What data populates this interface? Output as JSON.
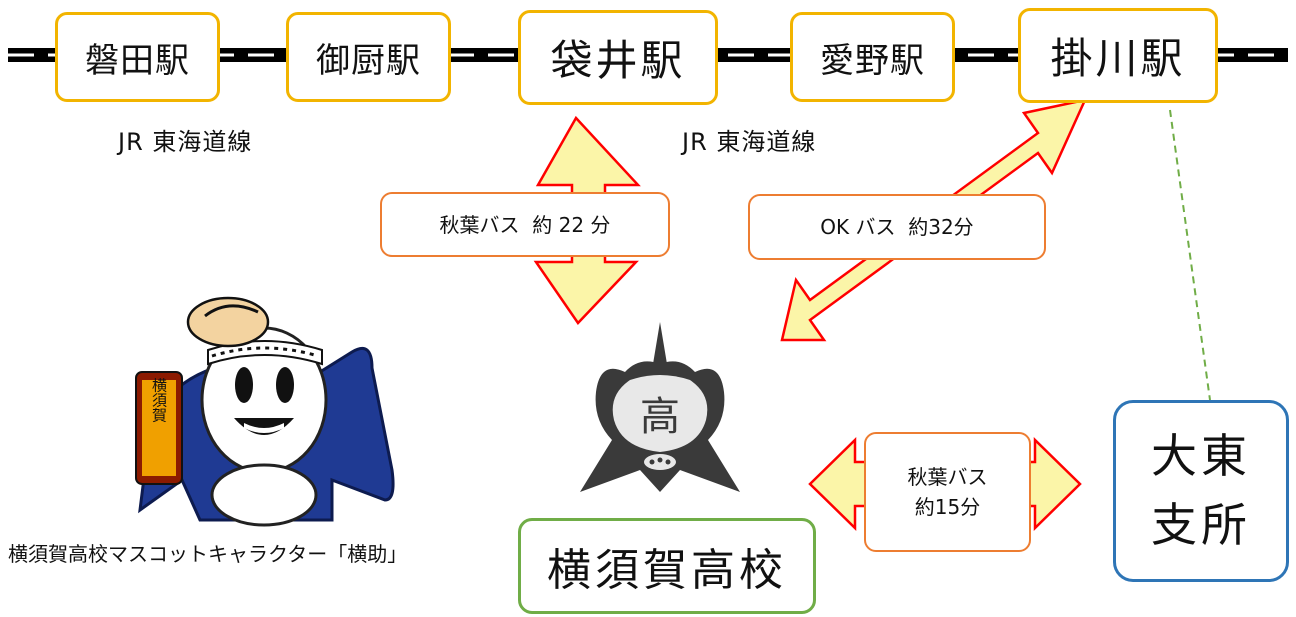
{
  "stations": {
    "iwata": "磐田駅",
    "mikuriya": "御厨駅",
    "fukuroi": "袋井駅",
    "aino": "愛野駅",
    "kakegawa": "掛川駅"
  },
  "rail_lines": {
    "left": "JR 東海道線",
    "right": "JR 東海道線"
  },
  "bus_routes": {
    "fukuroi": "秋葉バス  約 22 分",
    "kakegawa": "OK バス  約32分",
    "daito_line1": "秋葉バス",
    "daito_line2": "約15分"
  },
  "school_name": "横須賀高校",
  "branch": {
    "line1": "大東",
    "line2": "支所"
  },
  "mascot_caption": "横須賀高校マスコットキャラクター「横助」",
  "mascot_sign_text": "横須賀",
  "crest_char": "高",
  "colors": {
    "station_border": "#f2b400",
    "bus_border": "#ed7d31",
    "school_border": "#70ad47",
    "branch_border": "#2e75b6",
    "arrow_fill": "#fbf5a8",
    "arrow_stroke": "#ff0000",
    "dashed_line": "#70ad47"
  }
}
